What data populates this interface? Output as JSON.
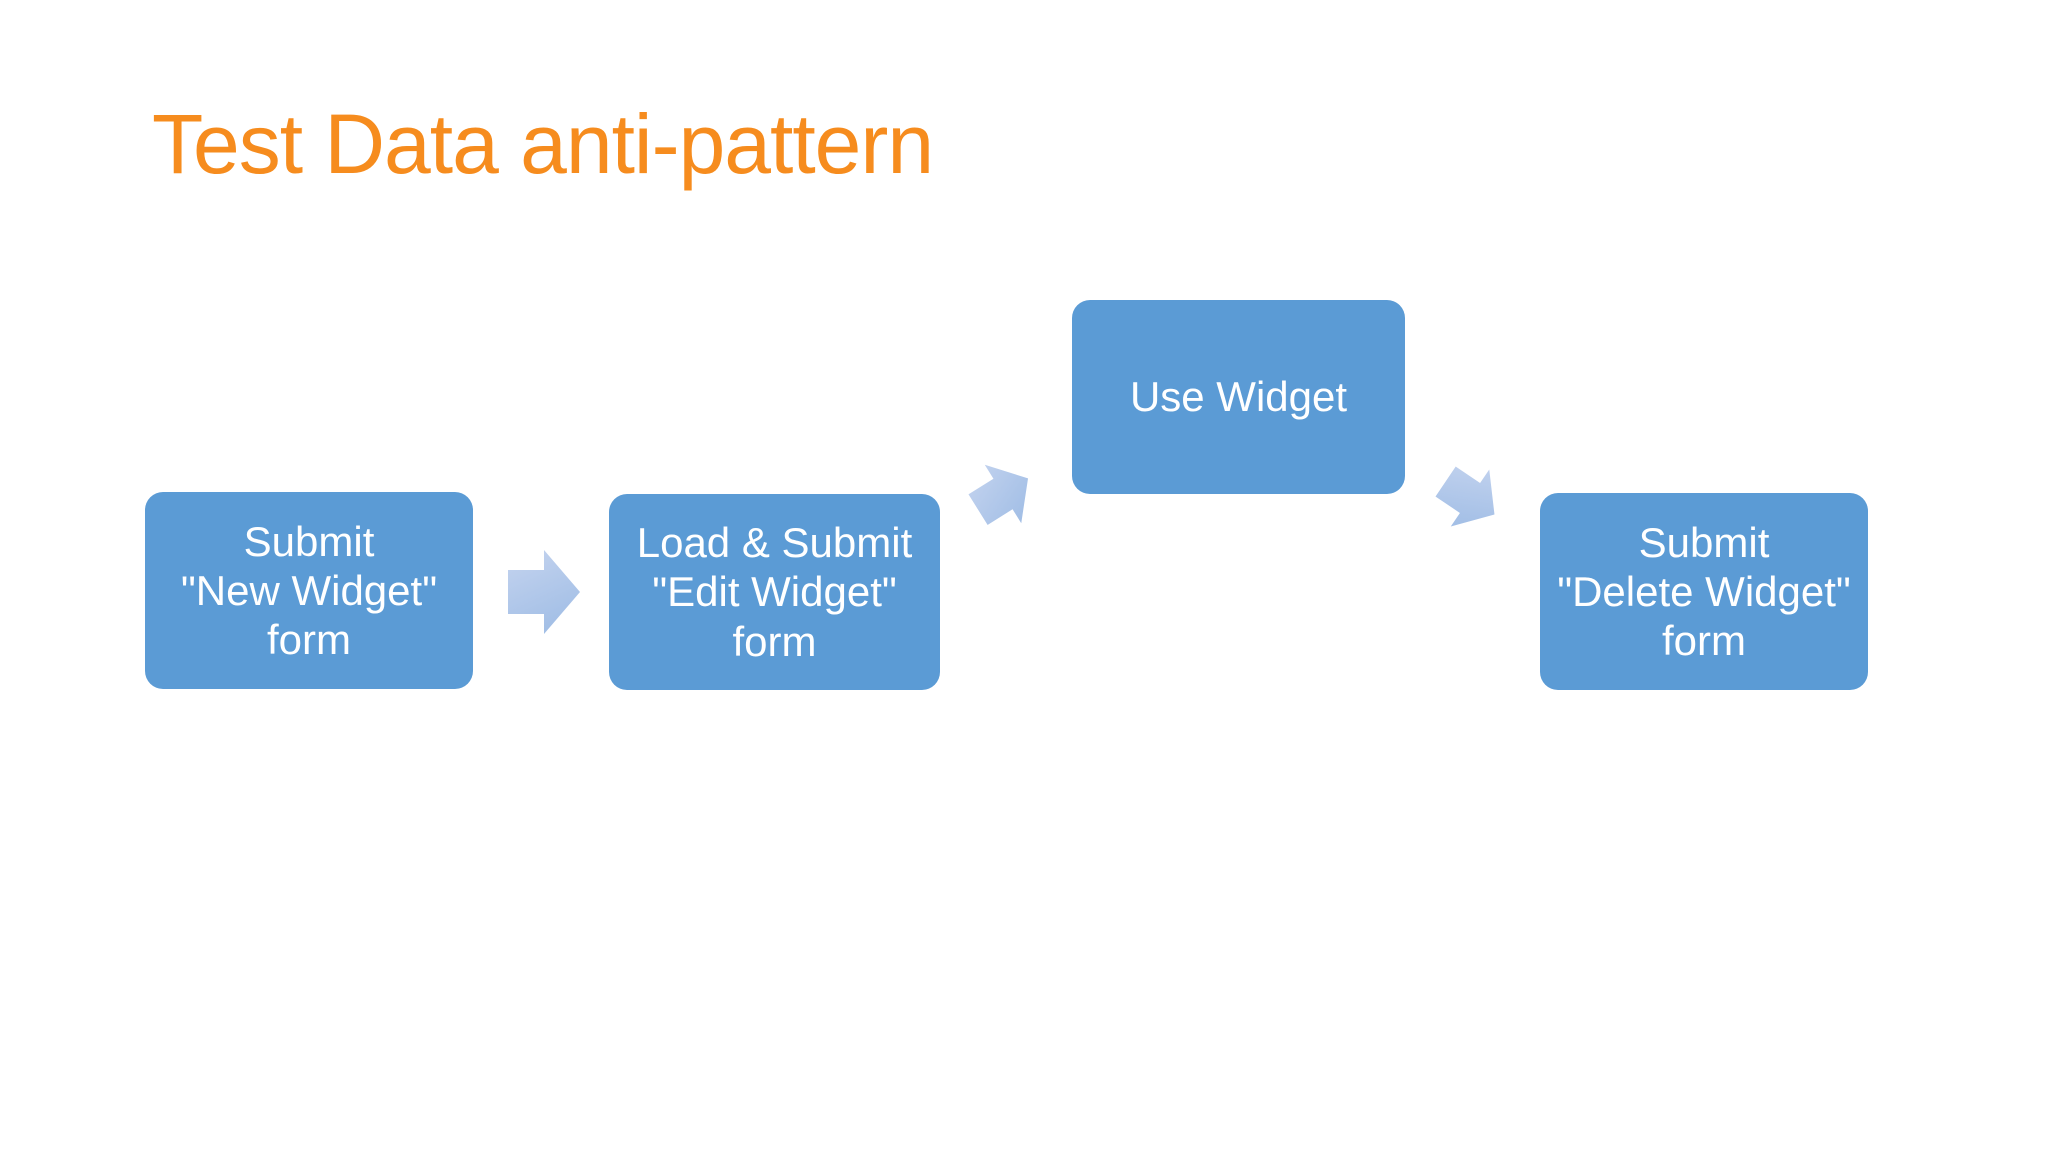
{
  "slide": {
    "title": "Test Data anti-pattern"
  },
  "colors": {
    "background": "#FFFFFF",
    "title_orange": "#F68C1E",
    "node_blue": "#5B9BD5",
    "node_text": "#FFFFFF",
    "arrow_light": "#C5D4EF",
    "arrow_dark": "#A3BFE6"
  },
  "flow": {
    "type": "process-flowchart",
    "nodes": [
      {
        "id": "new-widget",
        "lines": [
          "Submit",
          "\"New Widget\"",
          "form"
        ]
      },
      {
        "id": "edit-widget",
        "lines": [
          "Load & Submit",
          "\"Edit Widget\"",
          "form"
        ]
      },
      {
        "id": "use-widget",
        "lines": [
          "Use Widget"
        ]
      },
      {
        "id": "delete-widget",
        "lines": [
          "Submit",
          "\"Delete Widget\"",
          "form"
        ]
      }
    ],
    "arrows": [
      {
        "id": "arrow-1",
        "from": "new-widget",
        "to": "edit-widget",
        "direction": "right"
      },
      {
        "id": "arrow-2",
        "from": "edit-widget",
        "to": "use-widget",
        "direction": "up-right"
      },
      {
        "id": "arrow-3",
        "from": "use-widget",
        "to": "delete-widget",
        "direction": "down-right"
      }
    ]
  }
}
